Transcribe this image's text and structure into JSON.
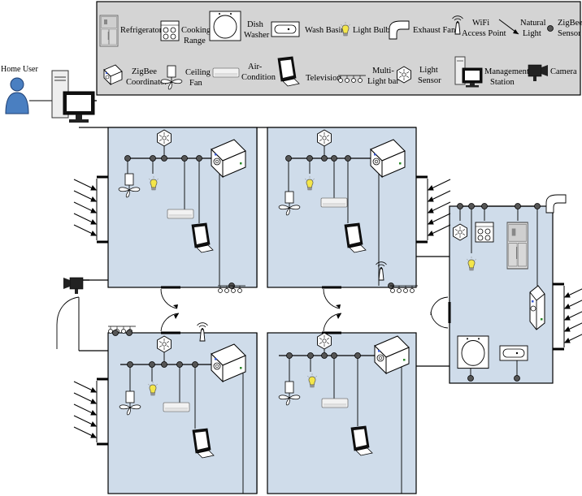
{
  "legend": {
    "refrigerator": "Refrigerator",
    "cooking_range_1": "Cooking",
    "cooking_range_2": "Range",
    "dish_washer_1": "Dish",
    "dish_washer_2": "Washer",
    "wash_basin": "Wash Basin",
    "light_bulb": "Light Bulb",
    "exhaust_fan": "Exhaust Fan",
    "wifi_1": "WiFi",
    "wifi_2": "Access Point",
    "natural_light_1": "Natural",
    "natural_light_2": "Light",
    "zigbee_sensor_1": "ZigBee",
    "zigbee_sensor_2": "Sensor",
    "zigbee_coord_1": "ZigBee",
    "zigbee_coord_2": "Coordinator",
    "ceiling_fan_1": "Ceiling",
    "ceiling_fan_2": "Fan",
    "air_condition_1": "Air-",
    "air_condition_2": "Condition",
    "television": "Television",
    "multi_light_1": "Multi-",
    "multi_light_2": "Light bar",
    "light_sensor_1": "Light",
    "light_sensor_2": "Sensor",
    "mgmt_station_1": "Management",
    "mgmt_station_2": "Station",
    "camera": "Camera"
  },
  "home_user": "Home User",
  "colors": {
    "room_fill": "#cfdcea",
    "legend_fill": "#d4d4d4",
    "bulb": "#f4e64a",
    "screen": "#ffffff"
  },
  "icons": [
    "refrigerator-icon",
    "cooking-range-icon",
    "dish-washer-icon",
    "wash-basin-icon",
    "light-bulb-icon",
    "exhaust-fan-icon",
    "wifi-icon",
    "natural-light-icon",
    "zigbee-sensor-icon",
    "zigbee-coordinator-icon",
    "ceiling-fan-icon",
    "air-condition-icon",
    "television-icon",
    "multi-light-bar-icon",
    "light-sensor-icon",
    "management-station-icon",
    "camera-icon",
    "home-user-icon"
  ]
}
